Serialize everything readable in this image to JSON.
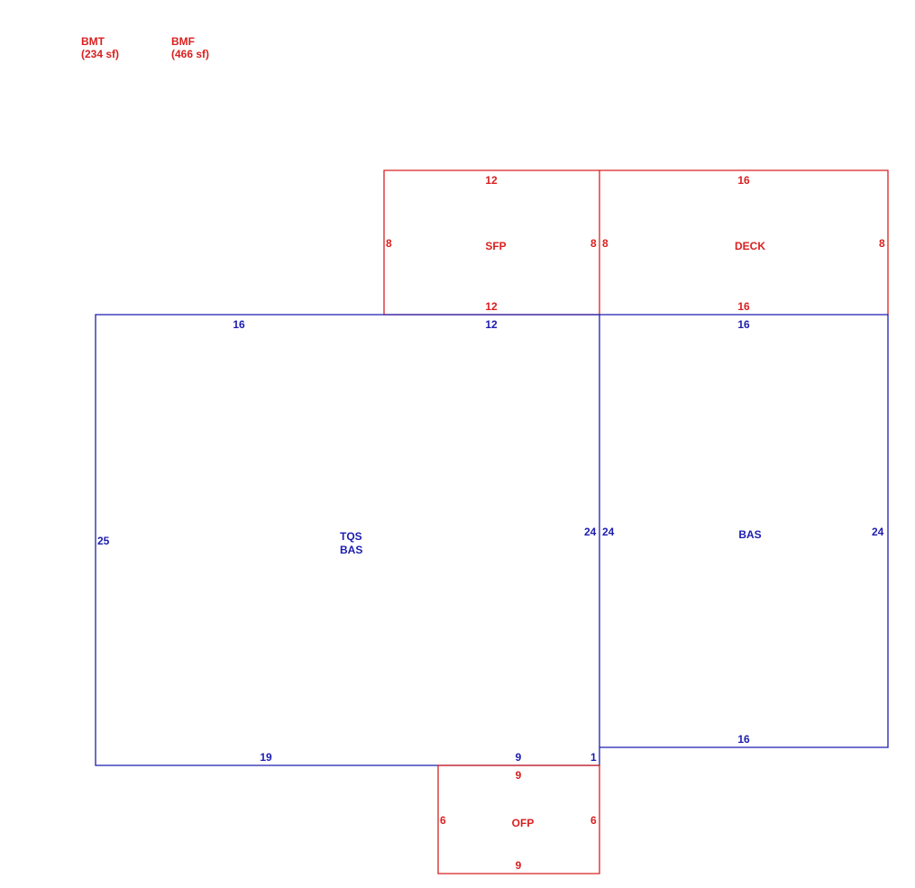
{
  "legend": [
    {
      "code": "BMT",
      "area": "(234 sf)"
    },
    {
      "code": "BMF",
      "area": "(466 sf)"
    }
  ],
  "areas": {
    "sfp": {
      "name": "SFP",
      "top": "12",
      "bottom": "12",
      "left": "8",
      "right": "8"
    },
    "deck": {
      "name": "DECK",
      "top": "16",
      "bottom": "16",
      "left": "8",
      "right": "8"
    },
    "main": {
      "name_line1": "TQS",
      "name_line2": "BAS",
      "top_left": "16",
      "top_right": "12",
      "left": "25",
      "right": "24",
      "bottom_left": "19",
      "bottom_mid": "9",
      "bottom_step": "1"
    },
    "bas_right": {
      "name": "BAS",
      "top": "16",
      "bottom": "16",
      "left": "24",
      "right": "24"
    },
    "ofp": {
      "name": "OFP",
      "top": "9",
      "bottom": "9",
      "left": "6",
      "right": "6"
    }
  },
  "colors": {
    "red": "#d92020",
    "blue": "#1c1cb0"
  }
}
